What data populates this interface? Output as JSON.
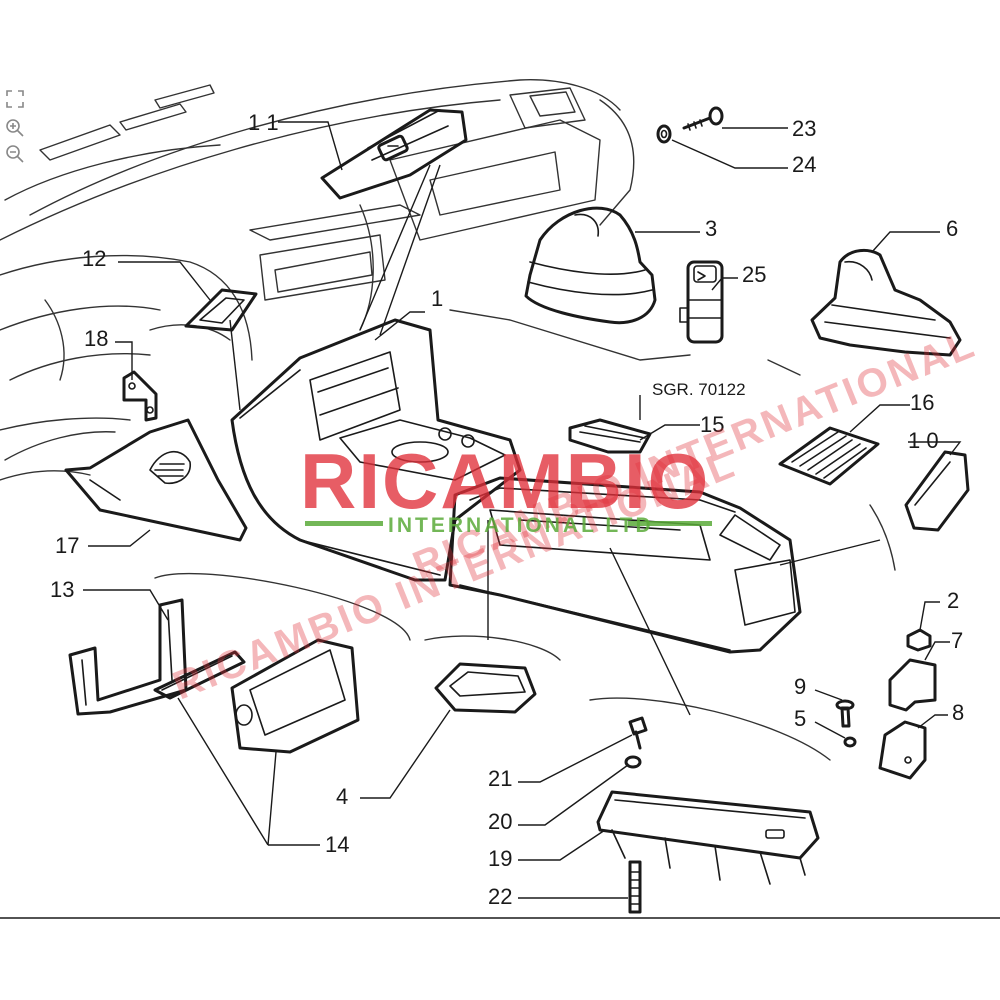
{
  "toolbar": {
    "fit_icon": "fit-screen-icon",
    "zoom_in_icon": "zoom-in-icon",
    "zoom_out_icon": "zoom-out-icon"
  },
  "drawing_code": "SGR. 70122",
  "callouts": {
    "p1": "1",
    "p2": "2",
    "p3": "3",
    "p4": "4",
    "p5": "5",
    "p6": "6",
    "p7": "7",
    "p8": "8",
    "p9": "9",
    "p10": "1 0",
    "p11": "1 1",
    "p12": "12",
    "p13": "13",
    "p14": "14",
    "p15": "15",
    "p16": "16",
    "p17": "17",
    "p18": "18",
    "p19": "19",
    "p20": "20",
    "p21": "21",
    "p22": "22",
    "p23": "23",
    "p24": "24",
    "p25": "25"
  },
  "watermark": {
    "main": "RICAMBIO",
    "sub": "INTERNATIONAL LTD",
    "diagonal_1": "RICAMBIO INTERNATIONAL",
    "diagonal_2": "RICAMBIO INTERNATIONAL",
    "main_color": "#e0303a",
    "sub_color": "#5aaa3a"
  }
}
